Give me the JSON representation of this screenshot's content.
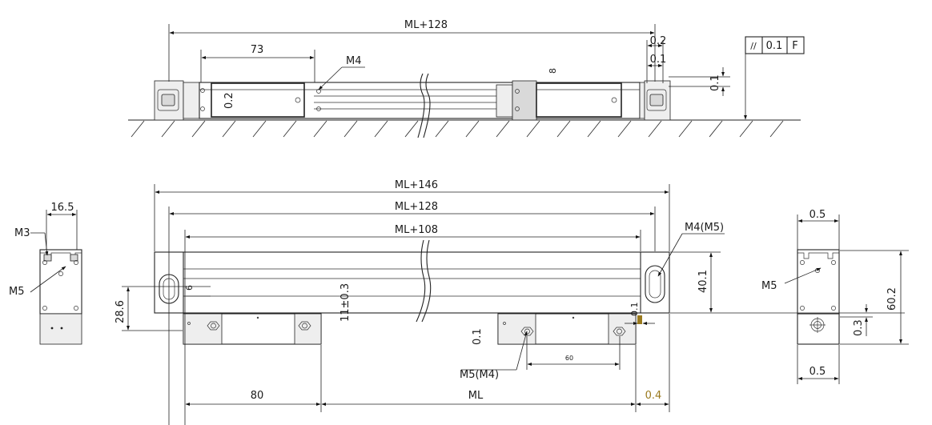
{
  "top_view": {
    "overall": "ML+128",
    "head_offset": "73",
    "mount_thread": "M4",
    "tol_top_a": "0.2",
    "tol_top_b": "0.1",
    "side_tol": "0.1",
    "vertical_label": "0.2",
    "head_mark": "8",
    "gdt": {
      "symbol": "//",
      "tolerance": "0.1",
      "datum": "F"
    }
  },
  "left_end_view": {
    "width": "16.5",
    "thread_top": "M3",
    "thread_side": "M5"
  },
  "front_view": {
    "len_total": "ML+146",
    "len_mid": "ML+128",
    "len_inner": "ML+108",
    "mount_label": "M4(M5)",
    "height": "40.1",
    "left_height": "28.6",
    "center_tol": "11±0.3",
    "side_mark": "6",
    "gap_a": "0.1",
    "gap_b": "0.1",
    "head_thread": "M5(M4)",
    "head_spacing": "60",
    "offset": "80",
    "measuring_length": "ML",
    "end_tol": "0.4"
  },
  "right_end_view": {
    "top_tol": "0.5",
    "bottom_tol": "0.5",
    "height": "60.2",
    "offset_tol": "0.3",
    "thread": "M5"
  }
}
